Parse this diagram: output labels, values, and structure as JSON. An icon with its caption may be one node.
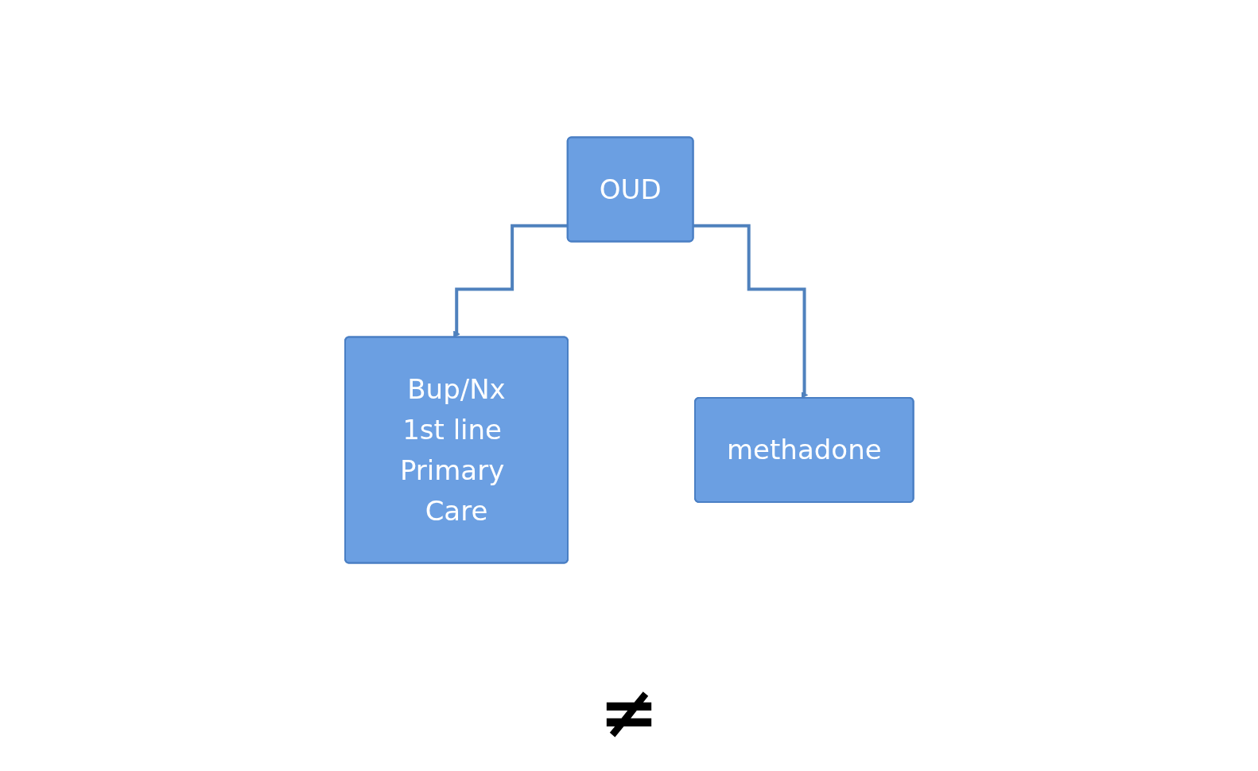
{
  "diagram": {
    "nodes": [
      {
        "text": [
          "OUD"
        ]
      },
      {
        "text": [
          "Bup/Nx",
          "1st line Primary Care"
        ]
      },
      {
        "text": [
          "methadone"
        ]
      }
    ],
    "edges": [
      {
        "from": 0,
        "to": 1,
        "arrow": "to"
      },
      {
        "from": 0,
        "to": 2,
        "arrow": "to"
      }
    ],
    "labels": [
      "≠"
    ]
  }
}
